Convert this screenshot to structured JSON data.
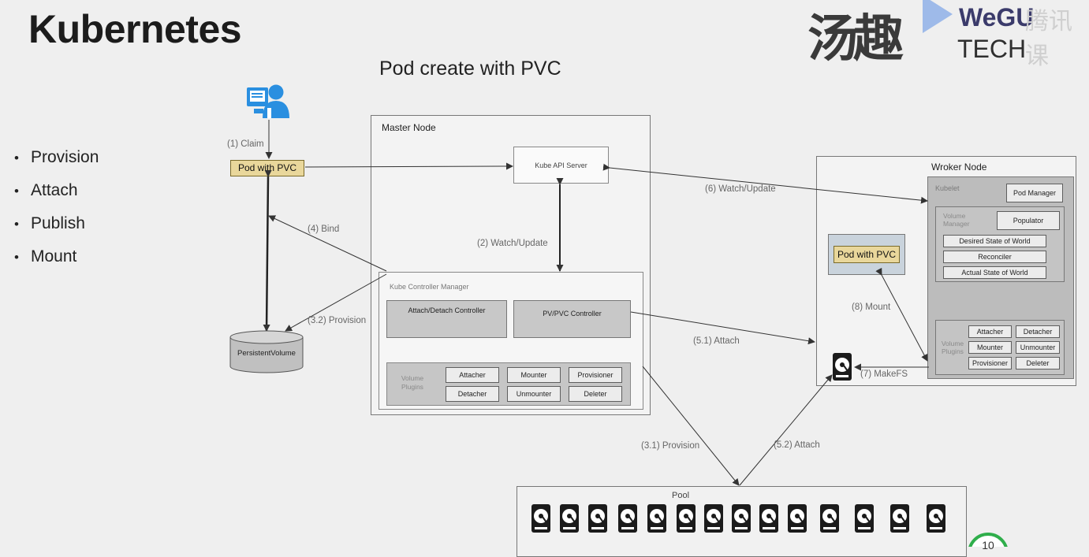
{
  "slide": {
    "title": "Kubernetes",
    "subtitle": "Pod create with PVC",
    "bullets": [
      "Provision",
      "Attach",
      "Publish",
      "Mount"
    ],
    "page_number": "10"
  },
  "logo": {
    "cn_text": "汤趣",
    "brand": "WeGU",
    "tech": "TECH",
    "watermark": "腾讯课"
  },
  "diagram": {
    "user_icon": "user-at-computer-icon",
    "pod_with_pvc": "Pod with PVC",
    "persistent_volume": "PersistentVolume",
    "master_node": {
      "title": "Master Node",
      "api_server": "Kube API Server",
      "controller_manager": {
        "title": "Kube Controller Manager",
        "attach_detach": "Attach/Detach Controller",
        "pv_pvc": "PV/PVC Controller",
        "plugins_label": "Volume Plugins",
        "plugins": [
          "Attacher",
          "Mounter",
          "Provisioner",
          "Detacher",
          "Unmounter",
          "Deleter"
        ]
      }
    },
    "worker_node": {
      "title": "Wroker Node",
      "pod_with_pvc": "Pod with PVC",
      "kubelet": {
        "title": "Kubelet",
        "pod_manager": "Pod Manager",
        "volume_manager": {
          "title": "Volume Manager",
          "populator": "Populator",
          "items": [
            "Desired State of World",
            "Reconciler",
            "Actual State of World"
          ]
        },
        "plugins_label": "Volume Plugins",
        "plugins": [
          "Attacher",
          "Detacher",
          "Mounter",
          "Unmounter",
          "Provisioner",
          "Deleter"
        ]
      }
    },
    "pool": {
      "title": "Pool",
      "disk_count": 14
    },
    "edges": {
      "claim": "(1) Claim",
      "watch_update_2": "(2) Watch/Update",
      "bind_4": "(4) Bind",
      "provision_32": "(3.2) Provision",
      "watch_update_6": "(6) Watch/Update",
      "attach_51": "(5.1) Attach",
      "provision_31": "(3.1) Provision",
      "attach_52": "(5.2) Attach",
      "mount_8": "(8) Mount",
      "makefs_7": "(7) MakeFS"
    },
    "colors": {
      "pod_fill": "#e9d79b",
      "user_icon": "#2a8fe0",
      "panel_gray": "#bdbdbd"
    }
  }
}
